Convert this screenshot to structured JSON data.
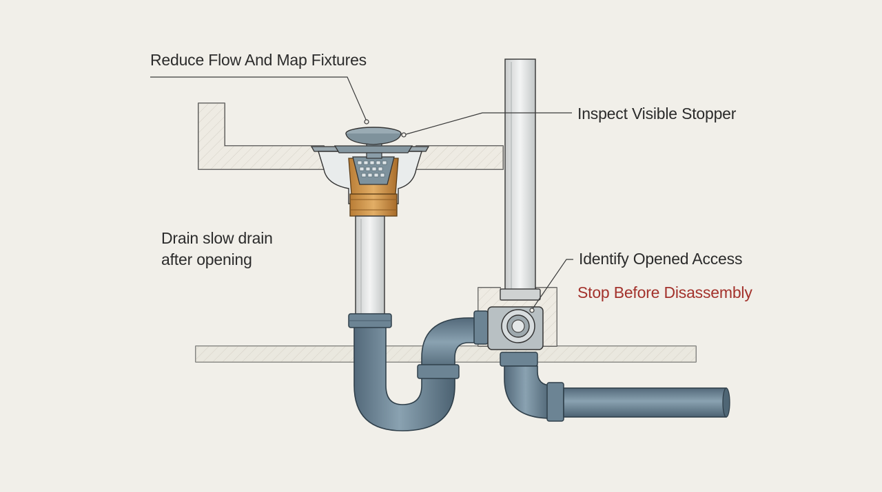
{
  "labels": {
    "reduce_flow": "Reduce Flow And Map Fixtures",
    "inspect_stopper": "Inspect Visible Stopper",
    "drain_note_line1": "Drain slow drain",
    "drain_note_line2": "after opening",
    "identify_access": "Identify Opened Access",
    "stop_warning": "Stop Before Disassembly"
  },
  "colors": {
    "background": "#f1efe9",
    "pipe_blue": "#6f8796",
    "pipe_blue_dark": "#4f6675",
    "brass": "#d29a4e",
    "white_pipe": "#e6e8e8",
    "wall_fill": "#ebe7de",
    "warning_text": "#a3322c"
  },
  "icons": [
    "drain-stopper-icon",
    "strainer-basket-icon",
    "cleanout-plug-icon"
  ]
}
